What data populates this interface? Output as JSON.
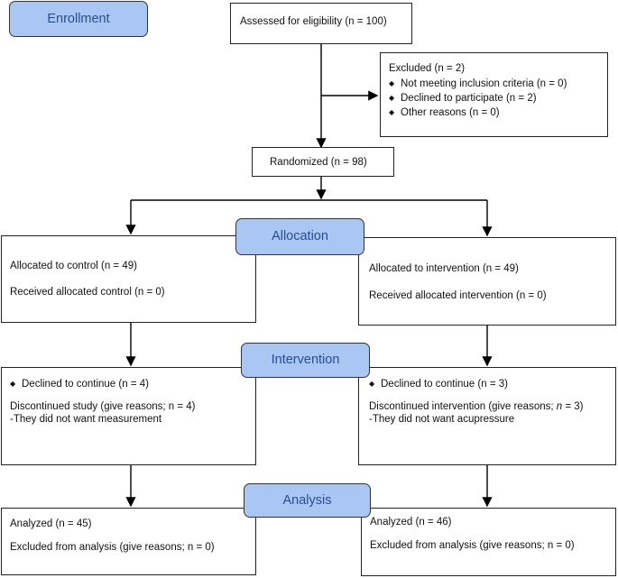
{
  "stages": {
    "enrollment": "Enrollment",
    "allocation": "Allocation",
    "intervention": "Intervention",
    "analysis": "Analysis"
  },
  "assessed": "Assessed for eligibility (n = 100)",
  "excluded": {
    "title": "Excluded (n = 2)",
    "items": [
      "Not meeting inclusion criteria (n = 0)",
      "Declined to participate (n = 2)",
      "Other reasons (n = 0)"
    ]
  },
  "randomized": "Randomized (n = 98)",
  "control": {
    "allocated": "Allocated to control (n = 49)",
    "received": "Received allocated control (n = 0)",
    "declined": "Declined to continue (n = 4)",
    "discontinued": "Discontinued study (give reasons; n = 4)",
    "reason": "-They did not want measurement",
    "analyzed": "Analyzed (n = 45)",
    "excluded_analysis": "Excluded from analysis (give reasons; n = 0)"
  },
  "intervention": {
    "allocated": "Allocated to intervention (n = 49)",
    "received": "Received allocated intervention (n = 0)",
    "declined": "Declined to continue (n = 3)",
    "discontinued_prefix": "Discontinued intervention (give reasons; ",
    "discontinued_n": "n",
    "discontinued_suffix": " = 3)",
    "reason": "-They did not want acupressure",
    "analyzed": "Analyzed (n = 46)",
    "excluded_analysis": "Excluded from analysis (give reasons; n = 0)"
  },
  "bullet_icon": "diamond-bullet-icon",
  "colors": {
    "stage_fill": "#a9c7f2",
    "stage_text": "#2a4d8f",
    "line": "#000000"
  }
}
